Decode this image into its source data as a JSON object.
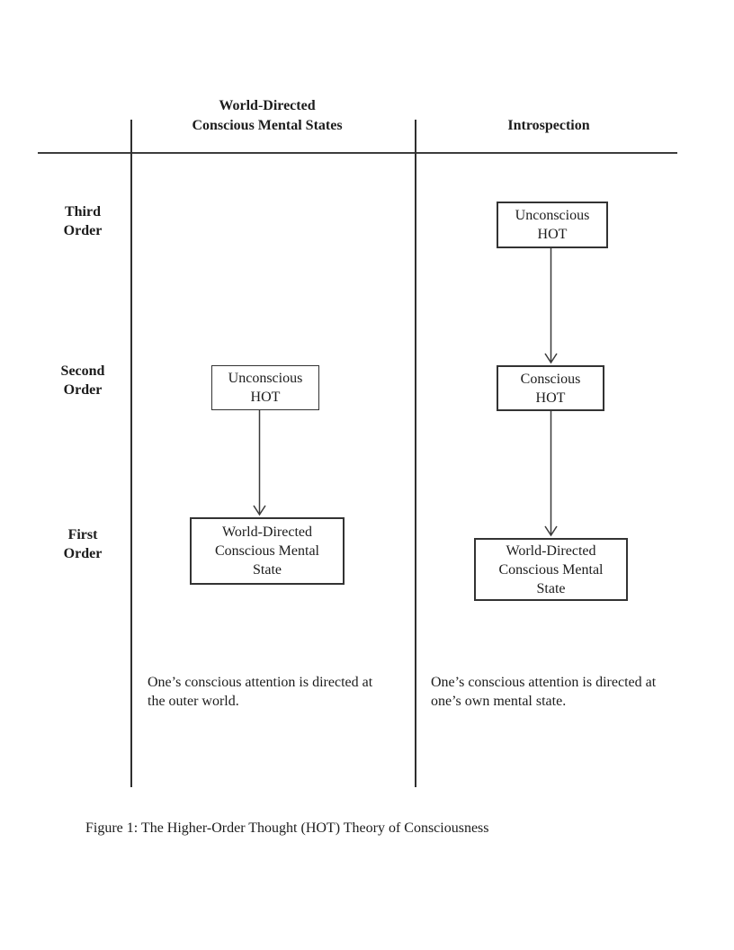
{
  "figure": {
    "caption": "Figure 1: The Higher-Order Thought (HOT) Theory of Consciousness"
  },
  "columns": {
    "world_directed": {
      "header": "World-Directed\nConscious Mental States",
      "note": "One’s conscious attention is directed at\nthe outer world."
    },
    "introspection": {
      "header": "Introspection",
      "note": "One’s conscious attention is directed at\none’s own mental state."
    }
  },
  "rows": [
    {
      "label": "Third\nOrder"
    },
    {
      "label": "Second\nOrder"
    },
    {
      "label": "First\nOrder"
    }
  ],
  "boxes": {
    "introspection_third": "Unconscious\nHOT",
    "introspection_second": "Conscious\nHOT",
    "introspection_first": "World-Directed\nConscious Mental\nState",
    "world_second": "Unconscious\nHOT",
    "world_first": "World-Directed\nConscious Mental\nState"
  },
  "colors": {
    "ink": "#1c1c1c",
    "line": "#3a3a3a",
    "background": "#ffffff"
  }
}
